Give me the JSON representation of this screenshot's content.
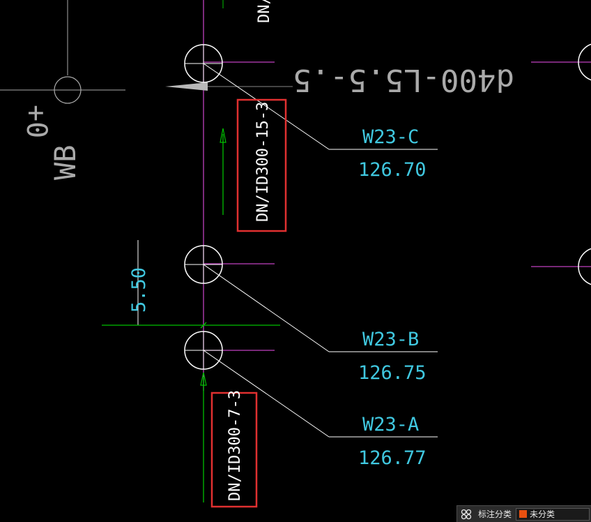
{
  "drawing": {
    "top_dim_fragment": "DN/",
    "left_label": "WB",
    "left_fragment": "+0",
    "mirrored_note": "d400-L5.5-.5",
    "pipe_label_upper": "DN/ID300-15-3",
    "pipe_label_lower": "DN/ID300-7-3",
    "dimension_value": "5.50",
    "wells": [
      {
        "name": "W23-C",
        "elevation": "126.70"
      },
      {
        "name": "W23-B",
        "elevation": "126.75"
      },
      {
        "name": "W23-A",
        "elevation": "126.77"
      }
    ]
  },
  "colors": {
    "background": "#000000",
    "pipe_line": "#c040c0",
    "annotation_text": "#40c8e0",
    "leader_line": "#ffffff",
    "dimension_line": "#00c000",
    "highlight_box": "#e03030"
  },
  "statusbar": {
    "icon": "annotation-category-icon",
    "label": "标注分类",
    "category_value": "未分类",
    "category_color": "#e85010"
  }
}
